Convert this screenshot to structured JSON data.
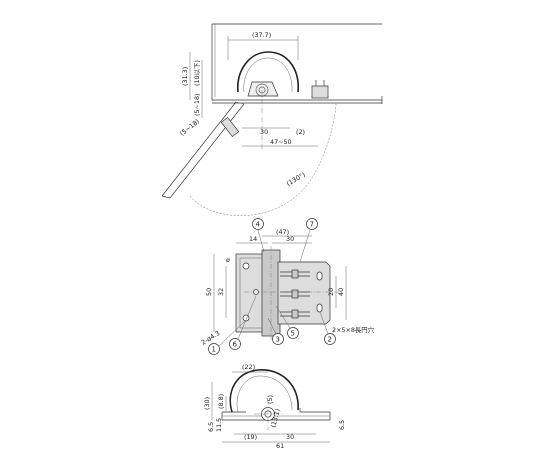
{
  "side_view": {
    "dims": {
      "w37_7": "(37.7)",
      "h31_3": "(31.3)",
      "h10": "(10以下)",
      "h5_18": "(5~18)",
      "h5_18b": "(5~18)",
      "w30": "30",
      "w2": "(2)",
      "w47_50": "47~50",
      "angle130": "(130°)"
    }
  },
  "plan_view": {
    "dims": {
      "w47": "(47)",
      "w14": "14",
      "w30": "30",
      "h50": "50",
      "h32": "32",
      "h20": "20",
      "h40": "40",
      "slot_holes": "2×5×8長円穴",
      "mount_holes": "2-ø4.3",
      "dia": "ø"
    },
    "callouts": [
      "4",
      "7",
      "1",
      "6",
      "3",
      "5",
      "2"
    ]
  },
  "section_view": {
    "dims": {
      "w22": "(22)",
      "h30": "(30)",
      "h8_8": "(8.8)",
      "h5": "(5)",
      "w13_1": "(13.1)",
      "h6_5l": "6.5",
      "h11_5": "11.5",
      "h6_5r": "6.5",
      "w19": "(19)",
      "w30": "30",
      "w61": "61"
    }
  }
}
